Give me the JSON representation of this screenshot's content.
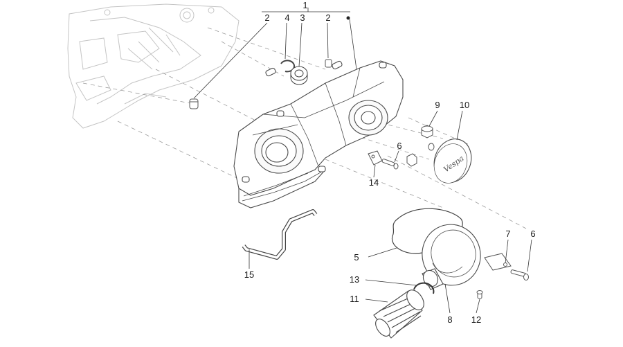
{
  "diagram": {
    "callouts": [
      {
        "id": "c1",
        "text": "1"
      },
      {
        "id": "c2a",
        "text": "2"
      },
      {
        "id": "c4",
        "text": "4"
      },
      {
        "id": "c3",
        "text": "3"
      },
      {
        "id": "c2b",
        "text": "2"
      },
      {
        "id": "c9",
        "text": "9"
      },
      {
        "id": "c10",
        "text": "10"
      },
      {
        "id": "c6a",
        "text": "6"
      },
      {
        "id": "c14",
        "text": "14"
      },
      {
        "id": "c7",
        "text": "7"
      },
      {
        "id": "c6b",
        "text": "6"
      },
      {
        "id": "c5",
        "text": "5"
      },
      {
        "id": "c15",
        "text": "15"
      },
      {
        "id": "c13",
        "text": "13"
      },
      {
        "id": "c11",
        "text": "11"
      },
      {
        "id": "c8",
        "text": "8"
      },
      {
        "id": "c12",
        "text": "12"
      }
    ],
    "logo_text": "Vespa",
    "colors": {
      "line": "#555555",
      "light": "#bdbdbd",
      "leader": "#333333",
      "text": "#1a1a1a"
    }
  }
}
